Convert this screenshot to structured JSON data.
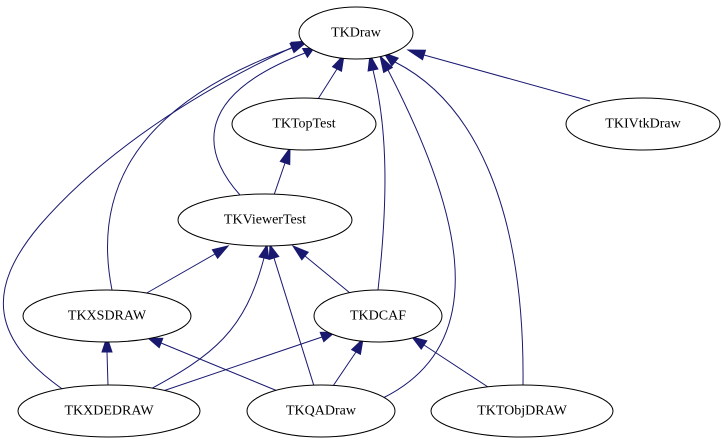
{
  "diagram": {
    "colors": {
      "edge": "#191970",
      "node_border": "#000000",
      "node_fill": "#ffffff",
      "background": "#ffffff"
    },
    "nodes": [
      {
        "id": "TKDraw",
        "label": "TKDraw"
      },
      {
        "id": "TKTopTest",
        "label": "TKTopTest"
      },
      {
        "id": "TKIVtkDraw",
        "label": "TKIVtkDraw"
      },
      {
        "id": "TKViewerTest",
        "label": "TKViewerTest"
      },
      {
        "id": "TKXSDRAW",
        "label": "TKXSDRAW"
      },
      {
        "id": "TKDCAF",
        "label": "TKDCAF"
      },
      {
        "id": "TKXDEDRAW",
        "label": "TKXDEDRAW"
      },
      {
        "id": "TKQADraw",
        "label": "TKQADraw"
      },
      {
        "id": "TKTObjDRAW",
        "label": "TKTObjDRAW"
      }
    ],
    "edges": [
      {
        "from": "TKTopTest",
        "to": "TKDraw"
      },
      {
        "from": "TKIVtkDraw",
        "to": "TKDraw"
      },
      {
        "from": "TKViewerTest",
        "to": "TKTopTest"
      },
      {
        "from": "TKViewerTest",
        "to": "TKDraw"
      },
      {
        "from": "TKXSDRAW",
        "to": "TKViewerTest"
      },
      {
        "from": "TKXSDRAW",
        "to": "TKDraw"
      },
      {
        "from": "TKDCAF",
        "to": "TKViewerTest"
      },
      {
        "from": "TKDCAF",
        "to": "TKDraw"
      },
      {
        "from": "TKXDEDRAW",
        "to": "TKDraw"
      },
      {
        "from": "TKXDEDRAW",
        "to": "TKXSDRAW"
      },
      {
        "from": "TKXDEDRAW",
        "to": "TKViewerTest"
      },
      {
        "from": "TKXDEDRAW",
        "to": "TKDCAF"
      },
      {
        "from": "TKQADraw",
        "to": "TKXSDRAW"
      },
      {
        "from": "TKQADraw",
        "to": "TKViewerTest"
      },
      {
        "from": "TKQADraw",
        "to": "TKDCAF"
      },
      {
        "from": "TKQADraw",
        "to": "TKDraw"
      },
      {
        "from": "TKTObjDRAW",
        "to": "TKDCAF"
      },
      {
        "from": "TKTObjDRAW",
        "to": "TKDraw"
      }
    ]
  }
}
